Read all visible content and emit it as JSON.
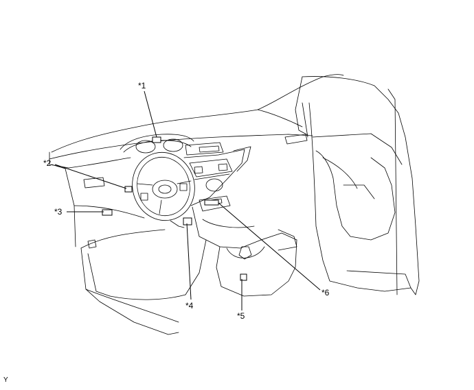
{
  "figure": {
    "callouts": [
      {
        "id": "c1",
        "text": "*1"
      },
      {
        "id": "c2",
        "text": "*2"
      },
      {
        "id": "c3",
        "text": "*3"
      },
      {
        "id": "c4",
        "text": "*4"
      },
      {
        "id": "c5",
        "text": "*5"
      },
      {
        "id": "c6",
        "text": "*6"
      }
    ],
    "code": "Y"
  }
}
